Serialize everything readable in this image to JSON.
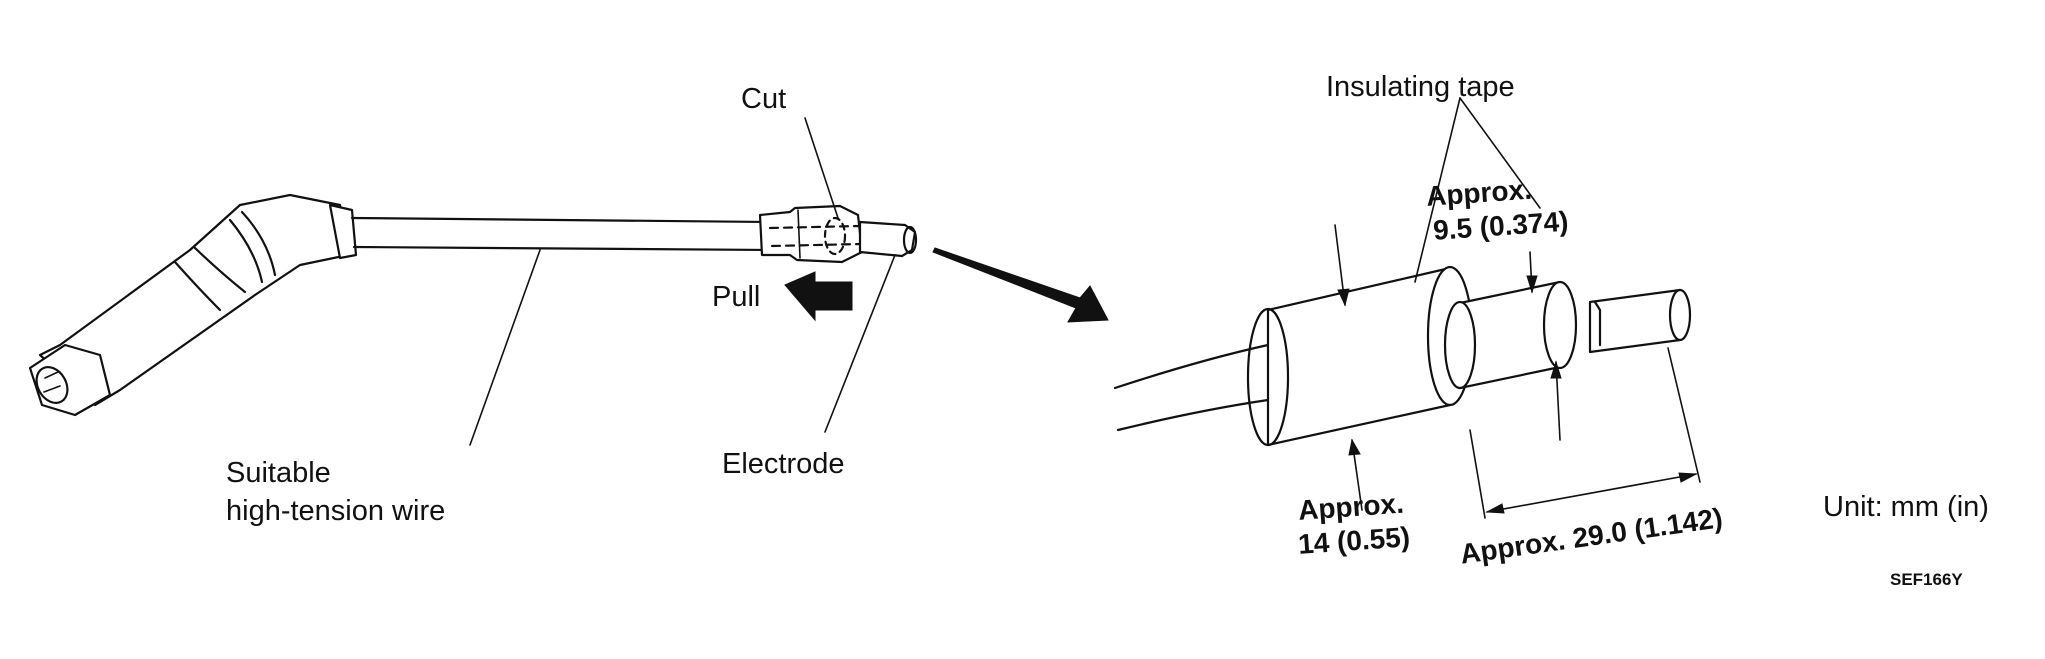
{
  "labels": {
    "cut": "Cut",
    "pull": "Pull",
    "electrode": "Electrode",
    "wire_line1": "Suitable",
    "wire_line2": "high-tension wire",
    "insulating_tape": "Insulating tape",
    "approx_95_line1": "Approx.",
    "approx_95_line2": "9.5 (0.374)",
    "approx_14_line1": "Approx.",
    "approx_14_line2": "14 (0.55)",
    "approx_290": "Approx. 29.0 (1.142)",
    "unit": "Unit: mm (in)",
    "code": "SEF166Y"
  },
  "colors": {
    "ink": "#111111",
    "paper": "#ffffff"
  }
}
